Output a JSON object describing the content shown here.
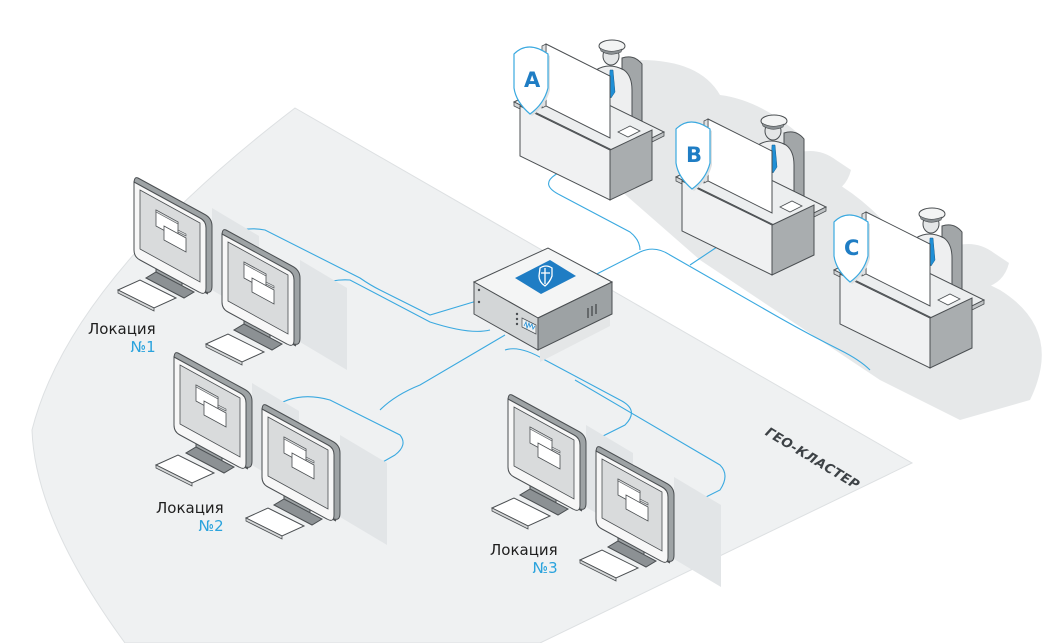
{
  "diagram": {
    "cluster_label": "ГЕО-КЛАСТЕР",
    "locations": [
      {
        "label": "Локация",
        "number": "№1"
      },
      {
        "label": "Локация",
        "number": "№2"
      },
      {
        "label": "Локация",
        "number": "№3"
      }
    ],
    "operators": [
      {
        "shield_letter": "A"
      },
      {
        "shield_letter": "B"
      },
      {
        "shield_letter": "C"
      }
    ],
    "central_device": {
      "icon": "shield-cross-icon"
    },
    "colors": {
      "accent": "#2aa3dd",
      "shield_dark": "#1f7dc4",
      "cluster_bg": "#eff1f2",
      "line": "#3aa9e0",
      "text": "#1e1e1e"
    }
  }
}
